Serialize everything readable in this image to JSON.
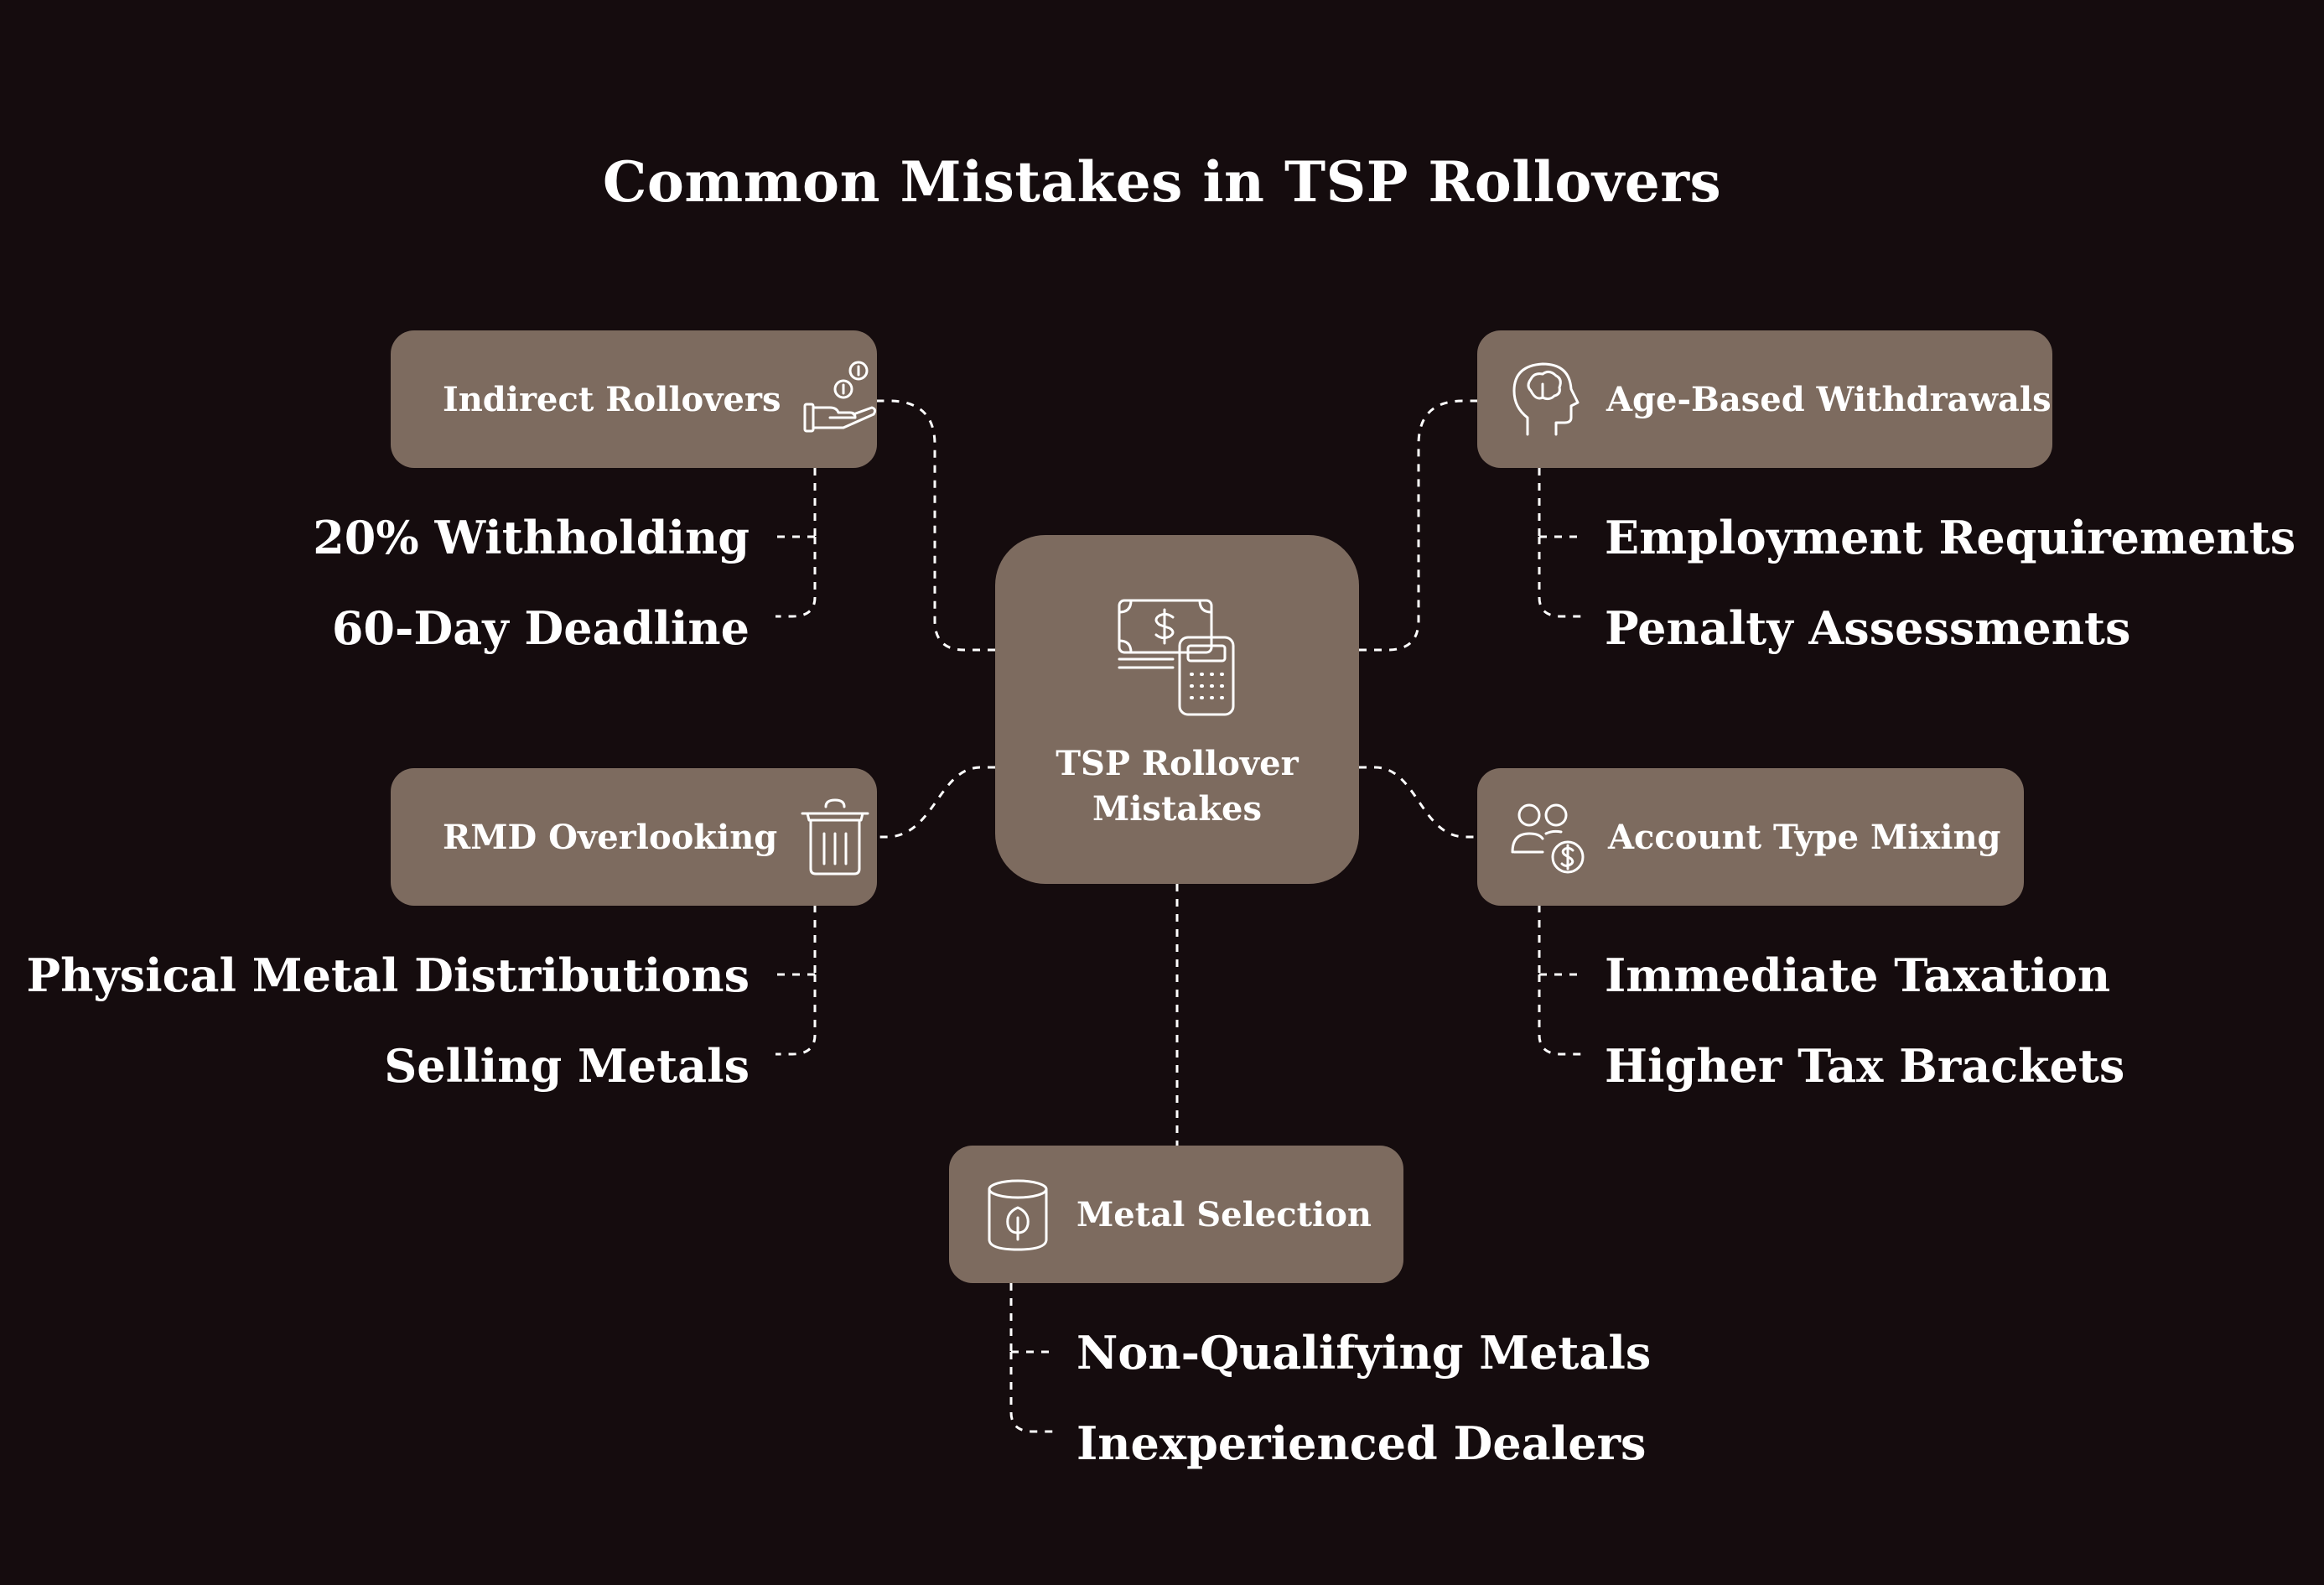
{
  "title": "Common Mistakes in TSP Rollovers",
  "center": {
    "line1": "TSP Rollover",
    "line2": "Mistakes",
    "icon": "money-calculator-icon"
  },
  "nodes": {
    "indirect": {
      "label": "Indirect Rollovers",
      "icon": "hand-coins-icon",
      "items": [
        "20% Withholding",
        "60-Day Deadline"
      ]
    },
    "age": {
      "label": "Age-Based Withdrawals",
      "icon": "brain-head-icon",
      "items": [
        "Employment Requirements",
        "Penalty Assessments"
      ]
    },
    "rmd": {
      "label": "RMD Overlooking",
      "icon": "trash-bin-icon",
      "items": [
        "Physical Metal Distributions",
        "Selling Metals"
      ]
    },
    "account": {
      "label": "Account Type Mixing",
      "icon": "people-dollar-icon",
      "items": [
        "Immediate Taxation",
        "Higher Tax Brackets"
      ]
    },
    "metal": {
      "label": "Metal Selection",
      "icon": "metal-jar-icon",
      "items": [
        "Non-Qualifying Metals",
        "Inexperienced Dealers"
      ]
    }
  },
  "colors": {
    "background": "#150c0e",
    "node": "#7d6b5f",
    "text": "#ffffff",
    "connector": "#ffffff"
  }
}
